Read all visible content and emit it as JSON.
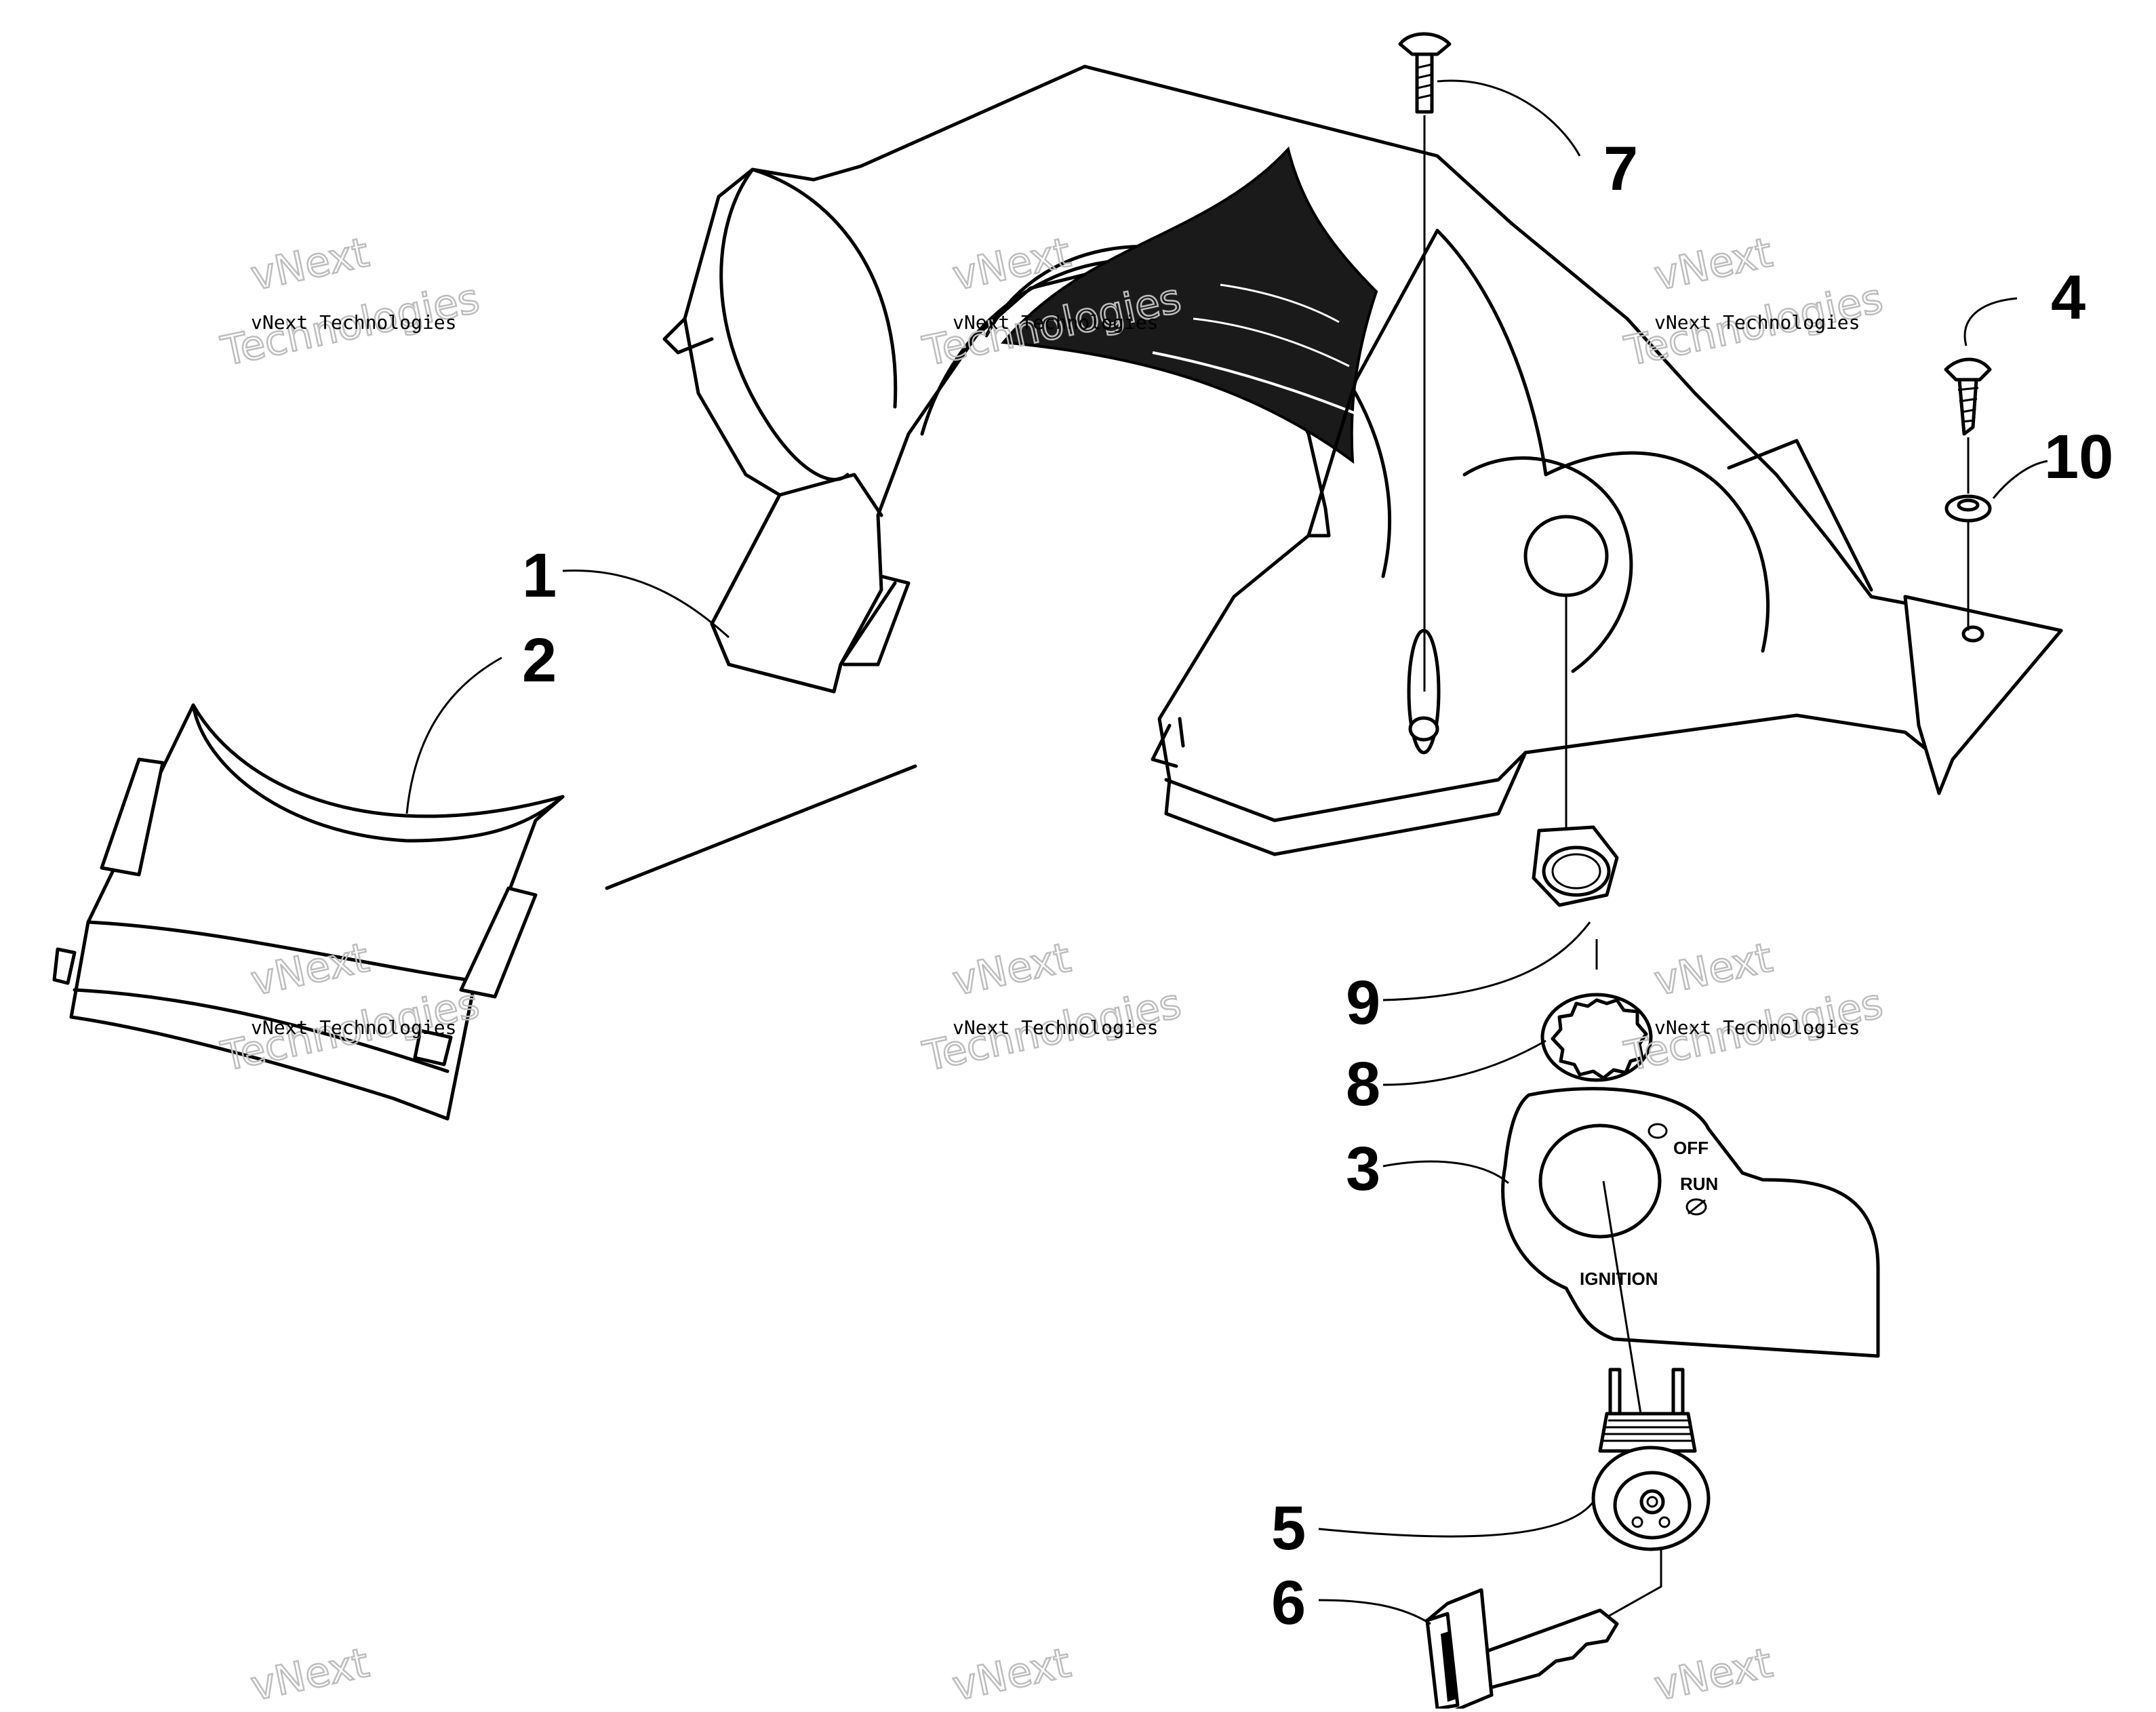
{
  "callouts": [
    {
      "id": "1",
      "label": "1"
    },
    {
      "id": "2",
      "label": "2"
    },
    {
      "id": "3",
      "label": "3"
    },
    {
      "id": "4",
      "label": "4"
    },
    {
      "id": "5",
      "label": "5"
    },
    {
      "id": "6",
      "label": "6"
    },
    {
      "id": "7",
      "label": "7"
    },
    {
      "id": "8",
      "label": "8"
    },
    {
      "id": "9",
      "label": "9"
    },
    {
      "id": "10",
      "label": "10"
    }
  ],
  "ignition_decal": {
    "off_label": "OFF",
    "run_label": "RUN",
    "ignition_label": "IGNITION"
  },
  "watermark": {
    "small": "vNext Technologies",
    "big_line1": "vNext",
    "big_line2": "Technologies"
  }
}
